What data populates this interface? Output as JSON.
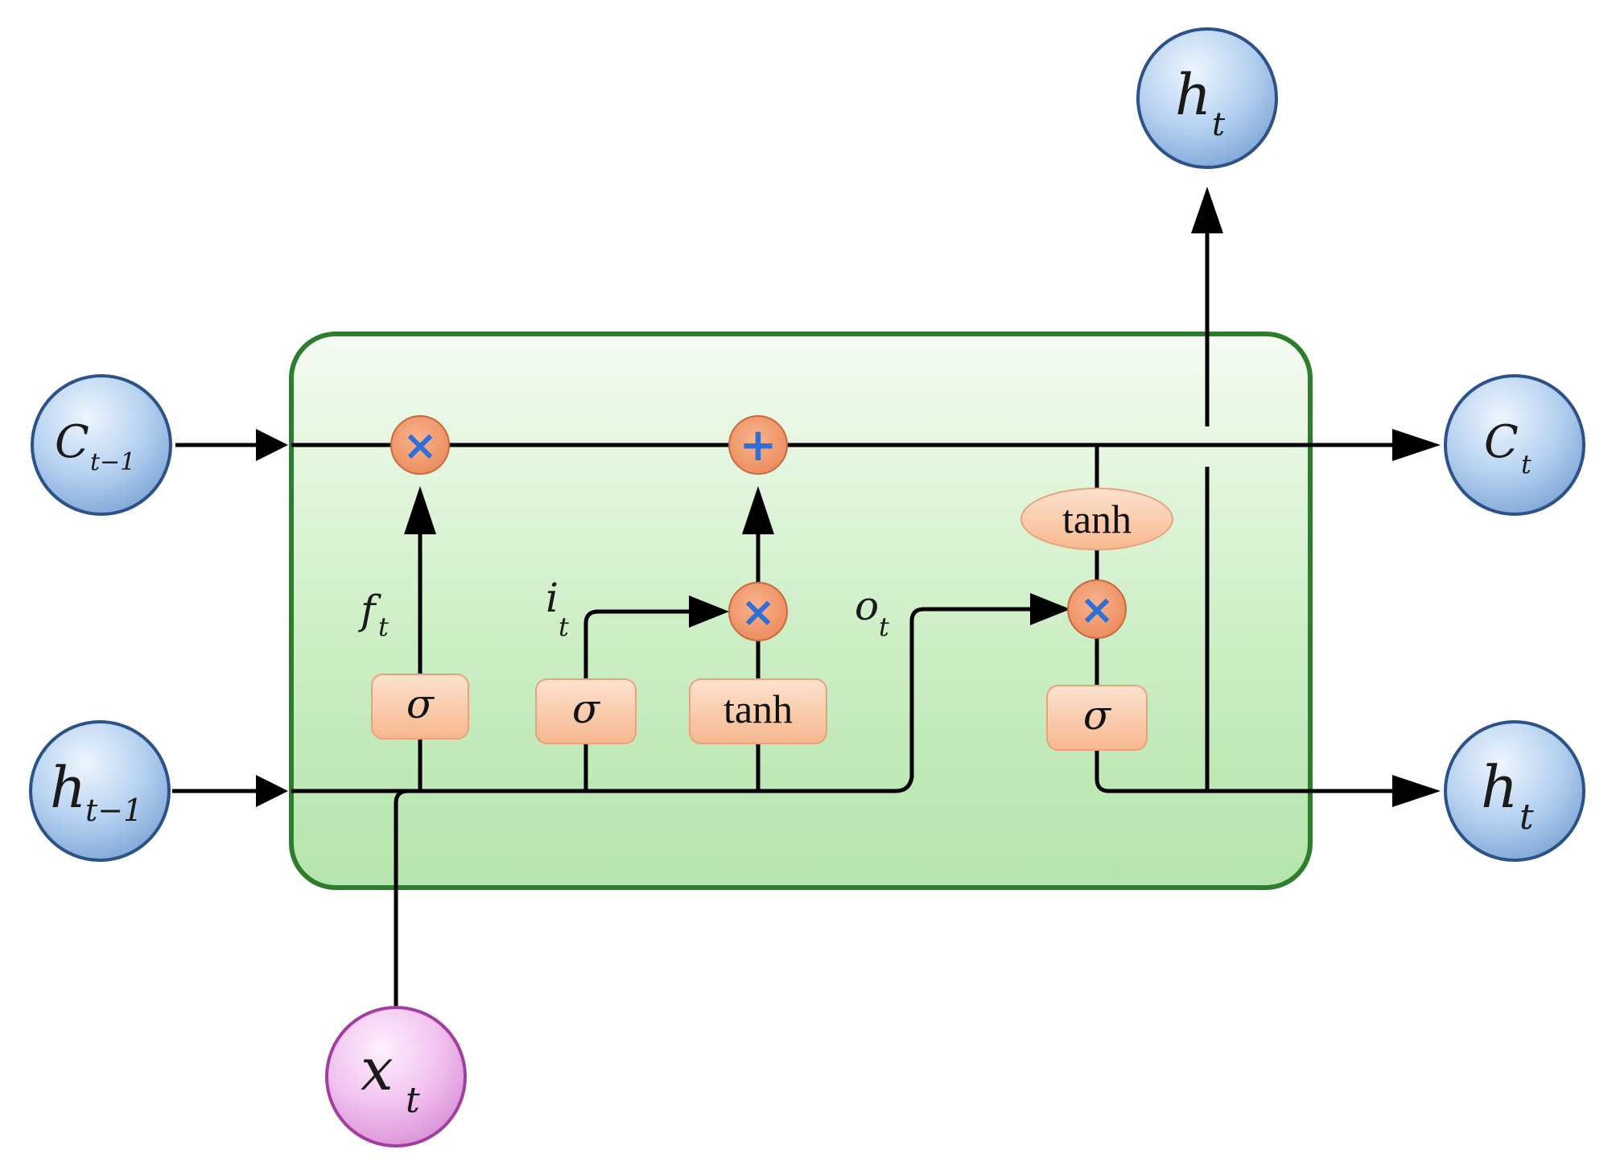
{
  "nodes": {
    "c_prev": {
      "base": "C",
      "sub": "t−1"
    },
    "h_prev": {
      "base": "h",
      "sub": "t−1"
    },
    "c_out": {
      "base": "C",
      "sub": "t"
    },
    "h_out_right": {
      "base": "h",
      "sub": "t"
    },
    "h_out_top": {
      "base": "h",
      "sub": "t"
    },
    "x_in": {
      "base": "x",
      "sub": "t"
    }
  },
  "gate_labels": {
    "forget": {
      "base": "f",
      "sub": "t"
    },
    "input": {
      "base": "i",
      "sub": "t"
    },
    "output": {
      "base": "o",
      "sub": "t"
    }
  },
  "blocks": {
    "sigma_forget": "σ",
    "sigma_input": "σ",
    "tanh_candidate": "tanh",
    "sigma_output": "σ",
    "tanh_cell": "tanh"
  },
  "ops": {
    "forget_multiply": "×",
    "cell_add": "+",
    "input_multiply": "×",
    "output_multiply": "×"
  },
  "colors": {
    "cell_border": "#2e7d2e",
    "cell_fill_top": "#f4fbf1",
    "cell_fill_bottom": "#b8e6b0",
    "node_blue": "#a9c8ec",
    "node_pink": "#f0b8ee",
    "gate_orange": "#f7c19c",
    "op_orange": "#f0956a",
    "op_glyph": "#2f6fd6"
  }
}
